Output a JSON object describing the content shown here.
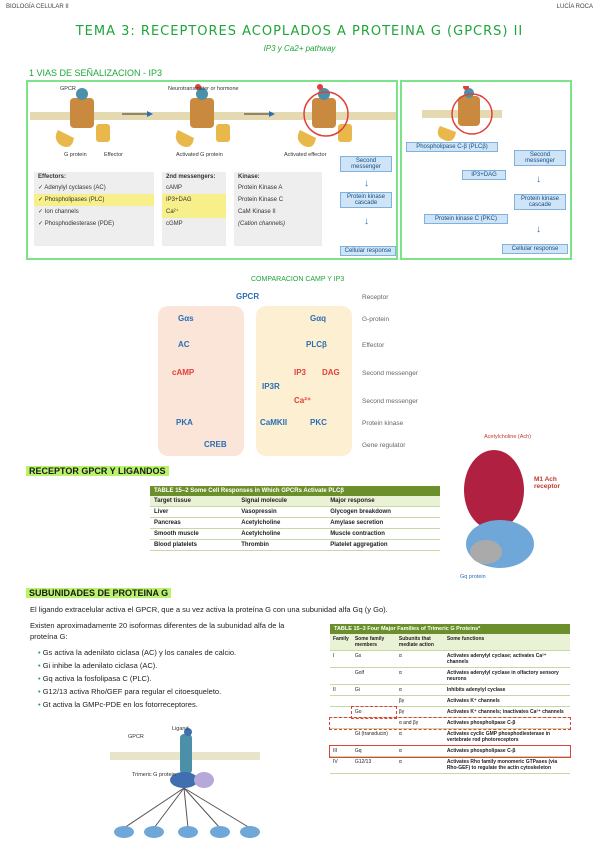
{
  "header": {
    "left": "BIOLOGÍA CELULAR II",
    "right": "LUCÍA ROCA"
  },
  "title": "TEMA 3: RECEPTORES ACOPLADOS A PROTEINA G (GPCRS) II",
  "subtitle": "IP3 y Ca2+ pathway",
  "section1": {
    "heading": "1 VIAS DE SEÑALIZACION - IP3",
    "top_labels": {
      "gpcr": "GPCR",
      "neuro": "Neurotransmitter or hormone",
      "gprotein": "G protein",
      "effector": "Effector",
      "activated_g": "Activated G protein",
      "activated_eff": "Activated effector"
    },
    "flow": {
      "second_messenger": "Second messenger",
      "pk_cascade": "Protein kinase cascade",
      "cell_response": "Cellular response"
    },
    "effectors": {
      "title": "Effectors:",
      "items": [
        "✓ Adenylyl cyclases (AC)",
        "✓ Phospholipases (PLC)",
        "✓ Ion channels",
        "✓ Phosphodiesterase (PDE)"
      ]
    },
    "messengers": {
      "title": "2nd messengers:",
      "items": [
        "cAMP",
        "IP3+DAG",
        "Ca²⁺",
        "cGMP"
      ]
    },
    "kinases": {
      "title": "Kinase:",
      "items": [
        "Protein Kinase A",
        "Protein Kinase C",
        "CaM Kinase II",
        "(Cation channels)"
      ]
    },
    "right": {
      "plc": "Phospholipase C-β (PLCβ)",
      "ip3dag": "IP3+DAG",
      "pkc": "Protein kinase C (PKC)",
      "second_messenger": "Second messenger",
      "pk_cascade": "Protein kinase cascade",
      "cell_response": "Cellular response"
    }
  },
  "comparison": {
    "heading": "COMPARACION CAMP Y IP3",
    "gpcr": "GPCR",
    "left": {
      "g": "Gαs",
      "effector": "AC",
      "messenger": "cAMP",
      "kinase": "PKA",
      "gene": "CREB"
    },
    "right": {
      "g": "Gαq",
      "effector": "PLCβ",
      "ip3": "IP3",
      "dag": "DAG",
      "ip3r": "IP3R",
      "ca": "Ca²⁺",
      "camkii": "CaMKII",
      "pkc": "PKC"
    },
    "side_labels": [
      "Receptor",
      "G-protein",
      "Effector",
      "Second messenger",
      "Second messenger",
      "Protein kinase",
      "Gene regulator"
    ]
  },
  "receptor_section": {
    "heading": "RECEPTOR GPCR Y LIGANDOS",
    "protein": {
      "ach": "Acetylcholine (Ach)",
      "m1": "M1 Ach receptor",
      "gq": "Gq protein"
    },
    "table": {
      "title": "TABLE 15–2  Some Cell Responses in Which GPCRs Activate PLCβ",
      "headers": [
        "Target tissue",
        "Signal molecule",
        "Major response"
      ],
      "rows": [
        [
          "Liver",
          "Vasopressin",
          "Glycogen breakdown"
        ],
        [
          "Pancreas",
          "Acetylcholine",
          "Amylase secretion"
        ],
        [
          "Smooth muscle",
          "Acetylcholine",
          "Muscle contraction"
        ],
        [
          "Blood platelets",
          "Thrombin",
          "Platelet aggregation"
        ]
      ]
    }
  },
  "subunits": {
    "heading": "SUBUNIDADES DE PROTEINA G",
    "intro": "El ligando extracelular activa el GPCR, que a su vez activa la proteína G con una subunidad alfa Gq (y Go).",
    "para": "Existen aproximadamente 20 isoformas diferentes de la subunidad alfa de la proteína G:",
    "bullets": [
      "Gs activa la adenilato ciclasa (AC) y los canales de calcio.",
      "Gi inhibe la adenilato ciclasa (AC).",
      "Gq activa la fosfolipasa C (PLC).",
      "G12/13 activa Rho/GEF para regular el citoesqueleto.",
      "Gt activa la GMPc-PDE en los fotorreceptores."
    ],
    "figure": {
      "gpcr": "GPCR",
      "ligand": "Ligand",
      "trimeric": "Trimeric G protein"
    },
    "table": {
      "title": "TABLE 15–3  Four Major Families of Trimeric G Proteins*",
      "headers": [
        "Family",
        "Some family members",
        "Subunits that mediate action",
        "Some functions"
      ],
      "rows": [
        [
          "I",
          "Gs",
          "α",
          "Activates adenylyl cyclase; activates Ca²⁺ channels"
        ],
        [
          "",
          "Golf",
          "α",
          "Activates adenylyl cyclase in olfactory sensory neurons"
        ],
        [
          "II",
          "Gi",
          "α",
          "Inhibits adenylyl cyclase"
        ],
        [
          "",
          "",
          "βγ",
          "Activates K⁺ channels"
        ],
        [
          "",
          "Go",
          "βγ",
          "Activates K⁺ channels; inactivates Ca²⁺ channels"
        ],
        [
          "",
          "",
          "α and βγ",
          "Activates phospholipase C-β"
        ],
        [
          "",
          "Gt (transducin)",
          "α",
          "Activates cyclic GMP phosphodiesterase in vertebrate rod photoreceptors"
        ],
        [
          "III",
          "Gq",
          "α",
          "Activates phospholipase C-β"
        ],
        [
          "IV",
          "G12/13",
          "α",
          "Activates Rho family monomeric GTPases (via Rho-GEF) to regulate the actin cytoskeleton"
        ]
      ]
    }
  },
  "colors": {
    "accent": "#1fa53a",
    "panel_border": "#7de38a",
    "blue": "#2a6eb5",
    "red": "#e0403a"
  }
}
